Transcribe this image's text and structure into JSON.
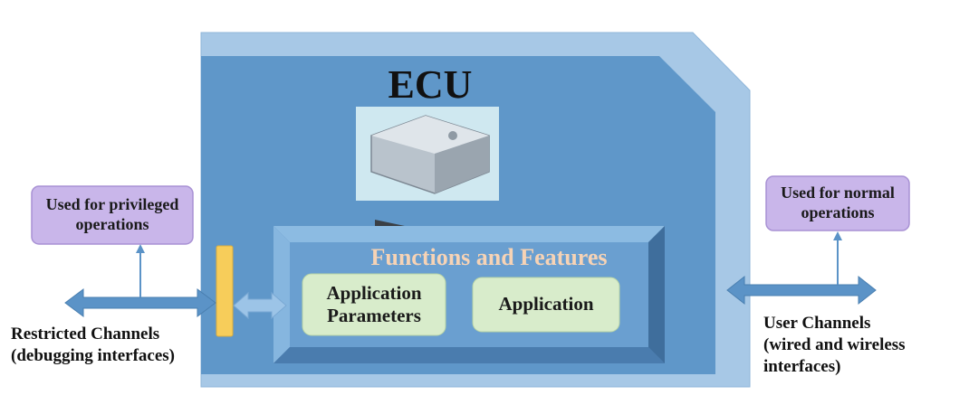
{
  "ecu": {
    "title": "ECU"
  },
  "functions_box": {
    "title": "Functions and Features",
    "blocks": {
      "params": {
        "line1": "Application",
        "line2": "Parameters"
      },
      "app": {
        "label": "Application"
      }
    }
  },
  "left": {
    "note": {
      "line1": "Used for privileged",
      "line2": "operations"
    },
    "caption": {
      "line1": "Restricted Channels",
      "line2": "(debugging interfaces)"
    }
  },
  "right": {
    "note": {
      "line1": "Used for normal",
      "line2": "operations"
    },
    "caption": {
      "line1": "User Channels",
      "line2": "(wired and wireless",
      "line3": "interfaces)"
    }
  },
  "colors": {
    "ecu_outer": "#a7c8e6",
    "ecu_inner": "#5f97c9",
    "bevel": "#7fb0dc",
    "green_block": "#d8eccb",
    "note_box": "#c9b6ea",
    "bridge": "#f7cd5a",
    "arrow": "#5b93c7",
    "ff_title": "#f7d3b5"
  }
}
